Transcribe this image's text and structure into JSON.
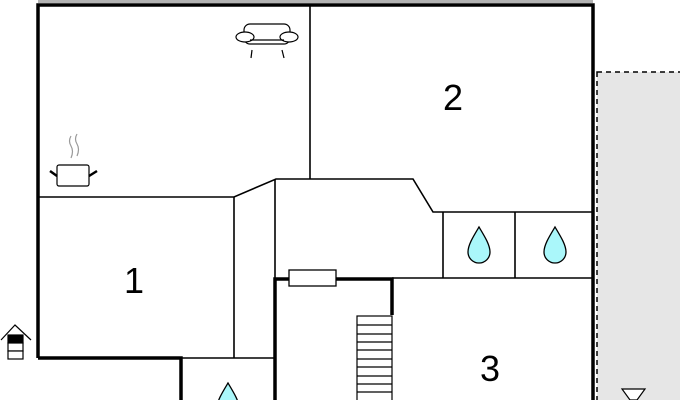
{
  "rooms": [
    {
      "label": "1"
    },
    {
      "label": "2"
    },
    {
      "label": "3"
    }
  ],
  "icons": {
    "living_room": "sofa-icon",
    "kitchen": "cooking-pot-icon",
    "bathroom": "water-drop-icon",
    "entrance": "house-entrance-icon",
    "terrace": "triangle-marker-icon"
  },
  "colors": {
    "wall": "#000000",
    "water": "#aaf7fa",
    "terrace": "#e6e6e6",
    "roof_edge": "#b3b3b3"
  }
}
